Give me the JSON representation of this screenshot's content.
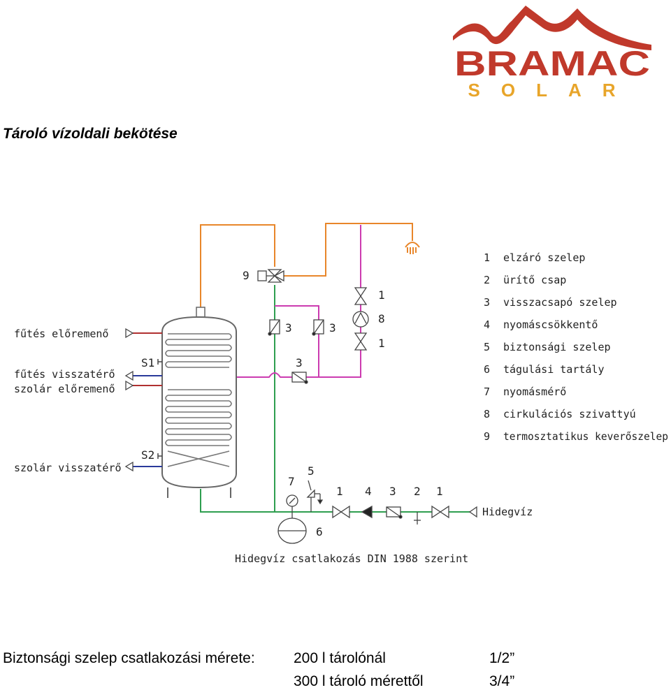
{
  "logo": {
    "brand": "BRAMAC",
    "sub": "SOLAR",
    "colors": {
      "red": "#c0392b",
      "gold": "#e8a52a"
    }
  },
  "title": "Tároló vízoldali bekötése",
  "diagram": {
    "side_labels": {
      "heating_flow": "fűtés előremenő",
      "heating_return": "fűtés visszatérő",
      "solar_flow": "szolár előremenő",
      "solar_return": "szolár visszatérő",
      "s1": "S1",
      "s2": "S2",
      "cold_water": "Hidegvíz",
      "caption": "Hidegvíz csatlakozás DIN 1988 szerint"
    },
    "component_numbers": {
      "n9": "9",
      "n3a": "3",
      "n3b": "3",
      "n3c": "3",
      "n1a": "1",
      "n8": "8",
      "n1b": "1",
      "n7": "7",
      "n5": "5",
      "n6": "6",
      "bot1a": "1",
      "bot4": "4",
      "bot3": "3",
      "bot2": "2",
      "bot1b": "1"
    },
    "legend": [
      {
        "num": "1",
        "text": "elzáró szelep"
      },
      {
        "num": "2",
        "text": "ürítő csap"
      },
      {
        "num": "3",
        "text": "visszacsapó szelep"
      },
      {
        "num": "4",
        "text": "nyomáscsökkentő"
      },
      {
        "num": "5",
        "text": "biztonsági szelep"
      },
      {
        "num": "6",
        "text": "tágulási tartály"
      },
      {
        "num": "7",
        "text": "nyomásmérő"
      },
      {
        "num": "8",
        "text": "cirkulációs szivattyú"
      },
      {
        "num": "9",
        "text": "termosztatikus keverőszelep"
      }
    ],
    "pipe_colors": {
      "hot": "#e8862a",
      "cold": "#2e9e4f",
      "circulation": "#cc3bb0",
      "heating": "#b03030",
      "solar": "#2a3a9a"
    }
  },
  "footer": {
    "label": "Biztonsági szelep csatlakozási mérete:",
    "row1_size": "200 l tárolónál",
    "row1_value": "1/2”",
    "row2_size": "300 l tároló mérettől",
    "row2_value": "3/4”"
  }
}
